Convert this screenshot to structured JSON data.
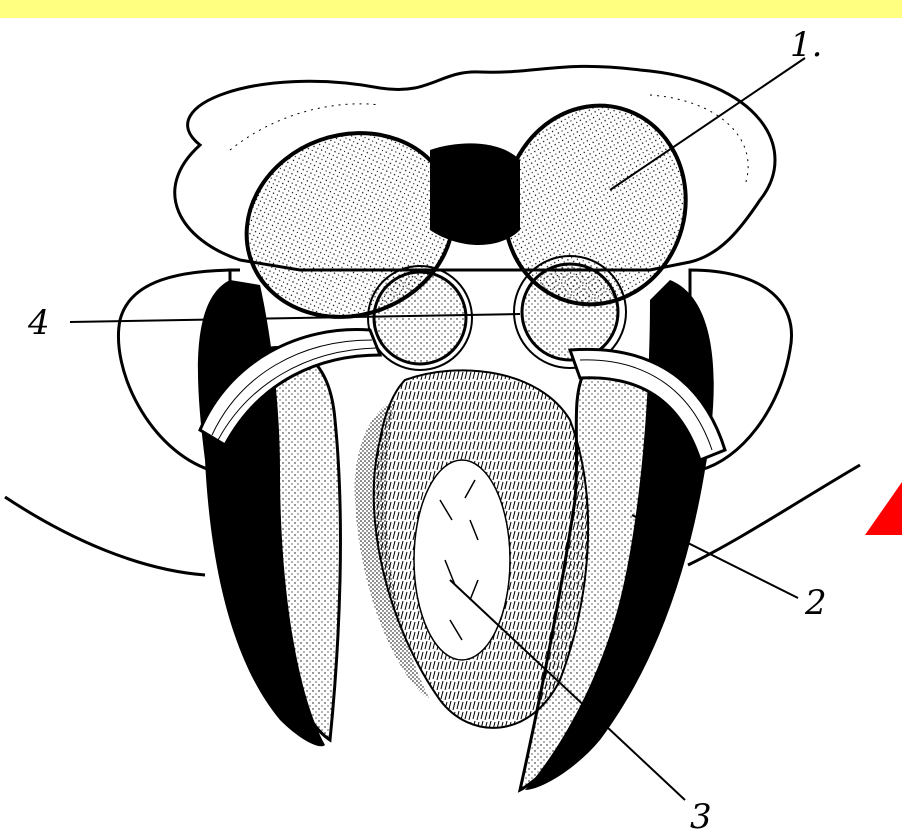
{
  "figure": {
    "labels": {
      "l1": "1.",
      "l2": "2",
      "l3": "3",
      "l4": "4"
    },
    "colors": {
      "banner": "#ffff80",
      "ink": "#000000",
      "pointer_arrow": "#ff0000"
    }
  }
}
